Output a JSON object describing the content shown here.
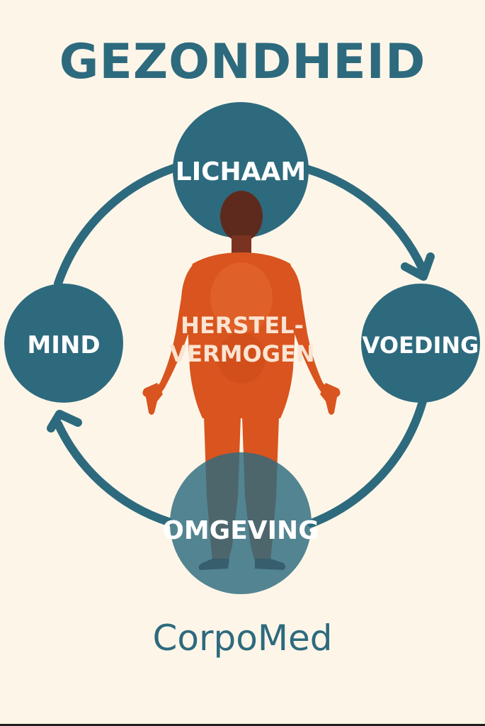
{
  "title": "GEZONDHEID",
  "brand": "CorpoMed",
  "nodes": {
    "top": "LICHAAM",
    "right": "VOEDING",
    "bottom": "OMGEVING",
    "left": "MIND"
  },
  "center": {
    "line1": "HERSTEL-",
    "line2": "VERMOGEN"
  },
  "colors": {
    "background": "#fdf6e8",
    "teal": "#2d6a7e",
    "figure": "#d9541e",
    "figure_dark": "#5e2a1e"
  }
}
